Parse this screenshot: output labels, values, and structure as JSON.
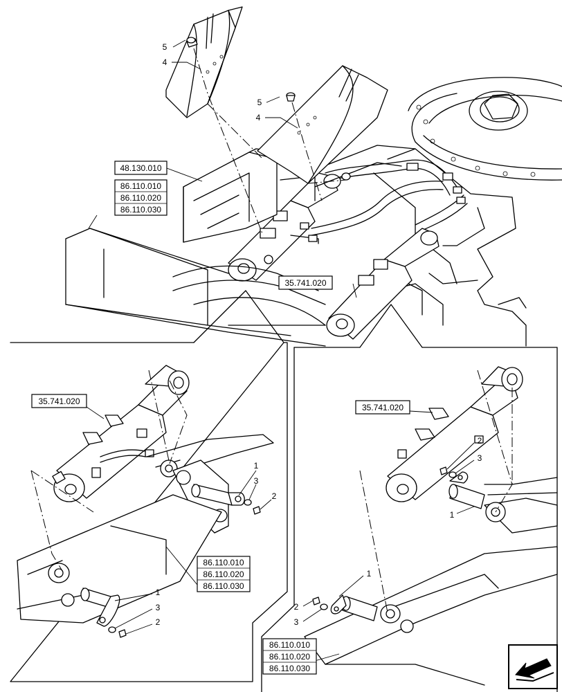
{
  "references": [
    {
      "id": "ref-48-130-010",
      "label": "48.130.010"
    },
    {
      "id": "ref-86-110-010-main",
      "label": "86.110.010"
    },
    {
      "id": "ref-86-110-020-main",
      "label": "86.110.020"
    },
    {
      "id": "ref-86-110-030-main",
      "label": "86.110.030"
    },
    {
      "id": "ref-35-741-020-main",
      "label": "35.741.020"
    },
    {
      "id": "ref-35-741-020-left",
      "label": "35.741.020"
    },
    {
      "id": "ref-86-110-010-left",
      "label": "86.110.010"
    },
    {
      "id": "ref-86-110-020-left",
      "label": "86.110.020"
    },
    {
      "id": "ref-86-110-030-left",
      "label": "86.110.030"
    },
    {
      "id": "ref-35-741-020-right",
      "label": "35.741.020"
    },
    {
      "id": "ref-86-110-010-right",
      "label": "86.110.010"
    },
    {
      "id": "ref-86-110-020-right",
      "label": "86.110.020"
    },
    {
      "id": "ref-86-110-030-right",
      "label": "86.110.030"
    }
  ],
  "callouts": [
    {
      "id": "c5a",
      "label": "5"
    },
    {
      "id": "c4a",
      "label": "4"
    },
    {
      "id": "c5b",
      "label": "5"
    },
    {
      "id": "c4b",
      "label": "4"
    },
    {
      "id": "l1a",
      "label": "1"
    },
    {
      "id": "l3a",
      "label": "3"
    },
    {
      "id": "l2a",
      "label": "2"
    },
    {
      "id": "l1b",
      "label": "1"
    },
    {
      "id": "l3b",
      "label": "3"
    },
    {
      "id": "l2b",
      "label": "2"
    },
    {
      "id": "r2a",
      "label": "2"
    },
    {
      "id": "r3a",
      "label": "3"
    },
    {
      "id": "r1a",
      "label": "1"
    },
    {
      "id": "r1b",
      "label": "1"
    },
    {
      "id": "r2b",
      "label": "2"
    },
    {
      "id": "r3b",
      "label": "3"
    }
  ],
  "nav": {
    "icon": "next-page-arrow-icon"
  }
}
